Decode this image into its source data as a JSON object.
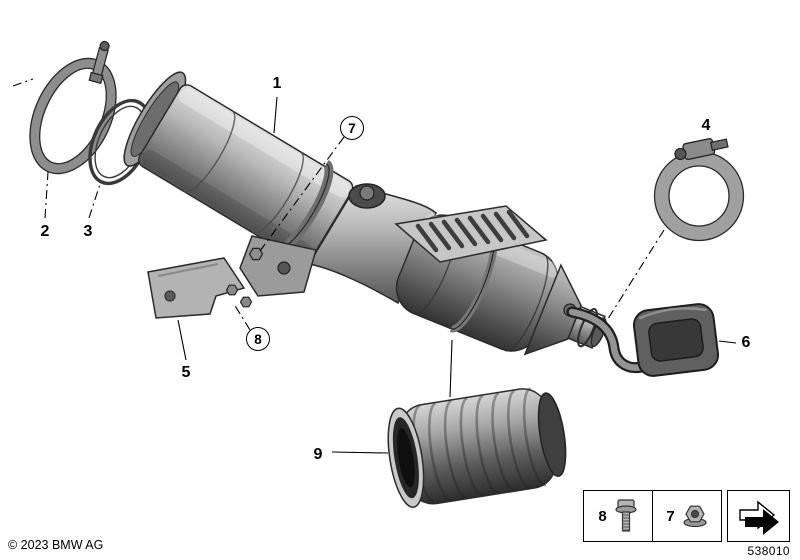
{
  "page": {
    "copyright": "© 2023 BMW AG",
    "diagram_id": "538010",
    "background": "#ffffff"
  },
  "callouts": {
    "plain": [
      {
        "label": "1"
      },
      {
        "label": "2"
      },
      {
        "label": "3"
      },
      {
        "label": "4"
      },
      {
        "label": "5"
      },
      {
        "label": "6"
      },
      {
        "label": "9"
      }
    ],
    "circled": [
      {
        "label": "7"
      },
      {
        "label": "8"
      }
    ]
  },
  "legend": {
    "items": [
      {
        "label": "8",
        "icon": "flange-bolt-icon"
      },
      {
        "label": "7",
        "icon": "flange-nut-icon"
      }
    ],
    "arrow_icon": "direction-arrow-icon"
  },
  "colors": {
    "line": "#000000",
    "metal_light": "#e2e2e2",
    "metal_mid": "#9a9a9a",
    "metal_dark": "#4f4f4f",
    "rubber_dark": "#383838"
  }
}
